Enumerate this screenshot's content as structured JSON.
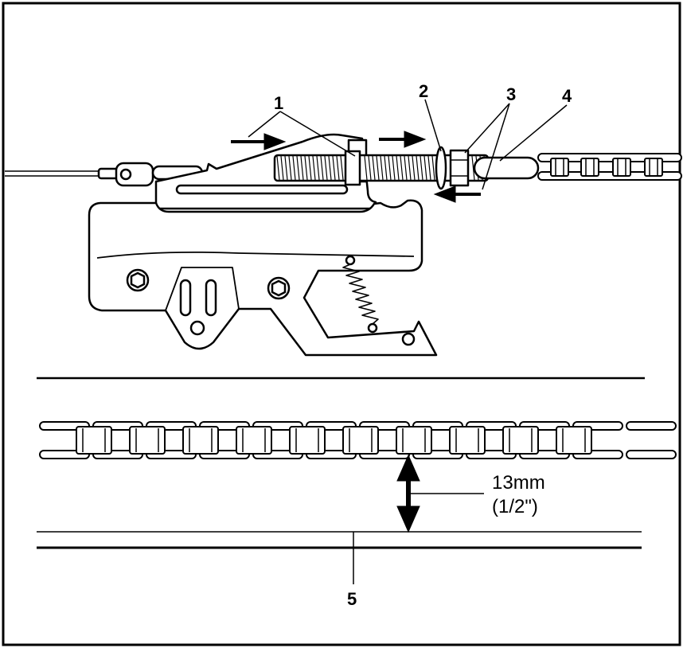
{
  "callouts": {
    "c1": "1",
    "c2": "2",
    "c3": "3",
    "c4": "4",
    "c5": "5"
  },
  "measurement": {
    "metric": "13mm",
    "imperial": "(1/2\")"
  },
  "colors": {
    "ink": "#000000",
    "paper": "#ffffff"
  }
}
